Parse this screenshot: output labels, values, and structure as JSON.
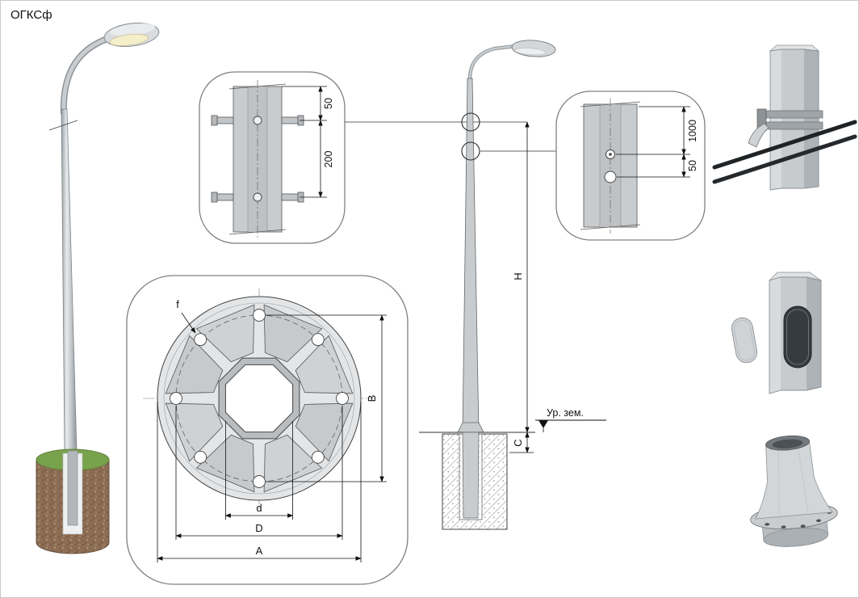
{
  "title": "ОГКСф",
  "details": {
    "top_mount": {
      "dim_offset": "50",
      "dim_spacing": "200"
    },
    "side_mount": {
      "dim_upper": "1000",
      "dim_lower": "50"
    }
  },
  "elevation": {
    "height_label": "H",
    "embed_label": "C",
    "ground_label": "Ур. зем."
  },
  "flange_plan": {
    "hole_label": "f",
    "bolt_circle_label": "B",
    "inner_label": "d",
    "mid_label": "D",
    "outer_label": "A"
  }
}
